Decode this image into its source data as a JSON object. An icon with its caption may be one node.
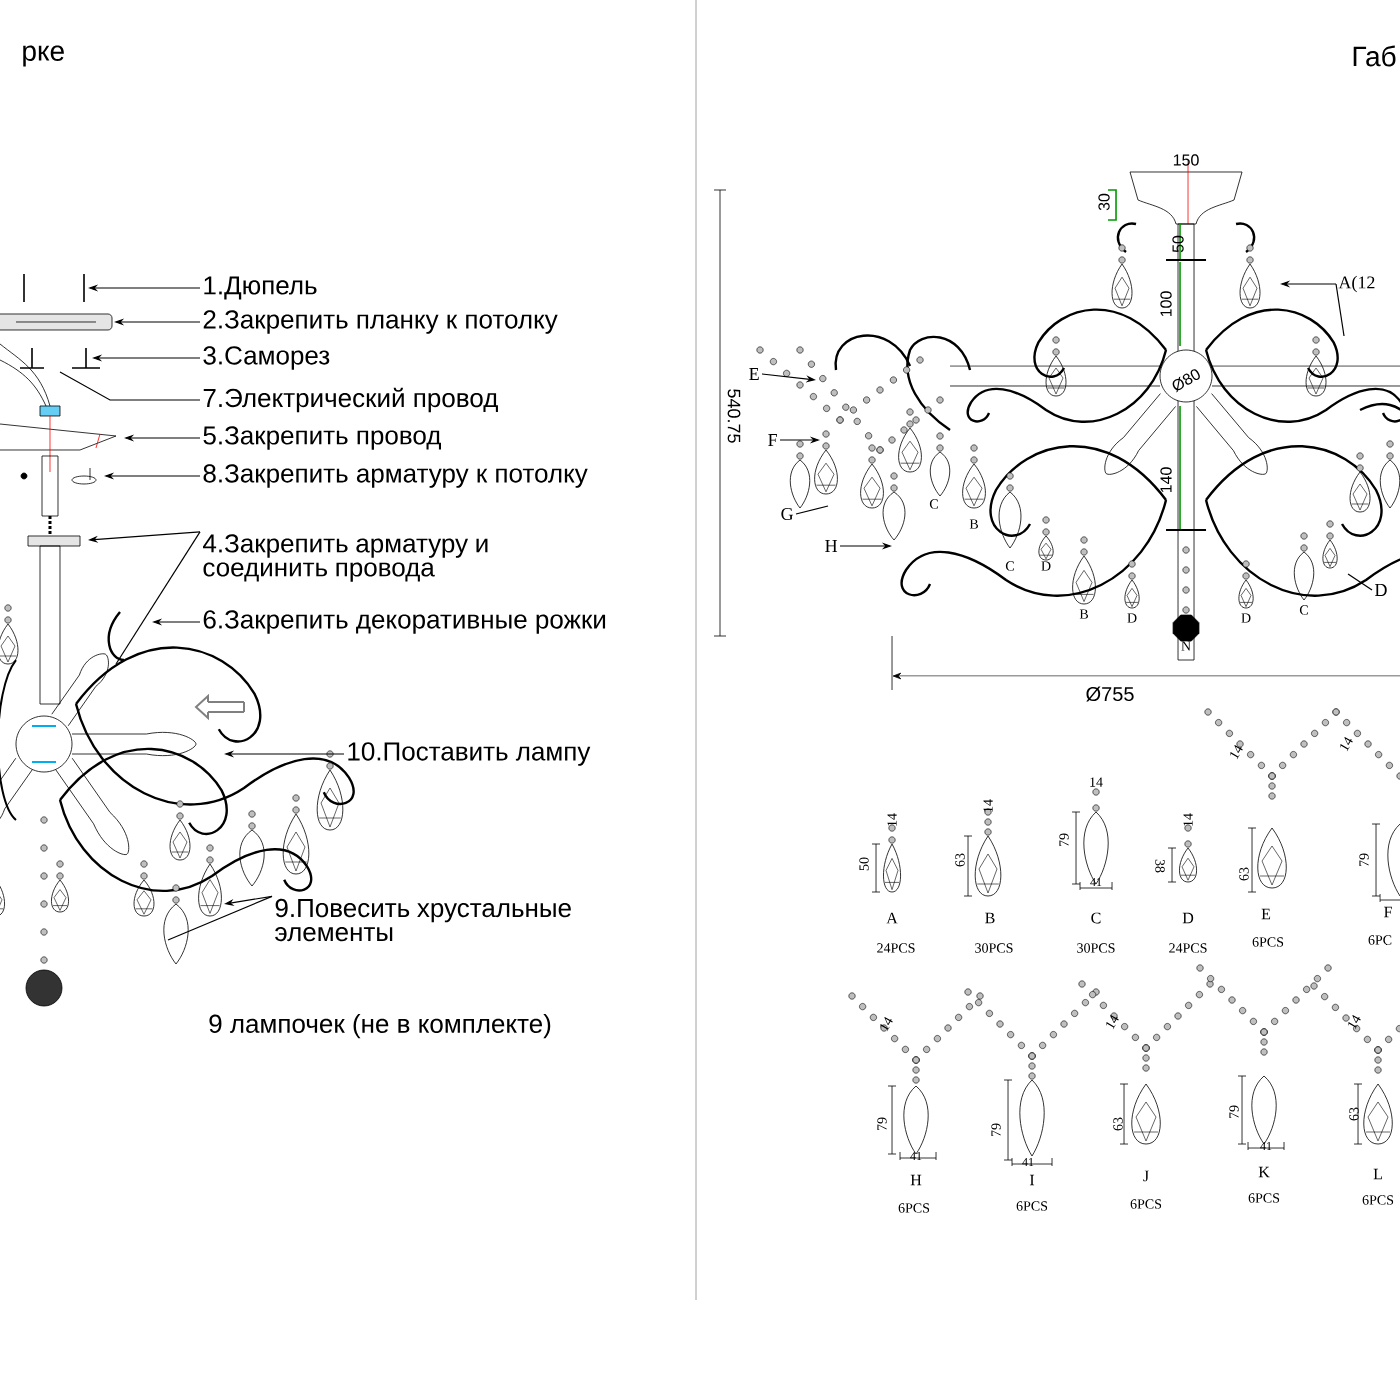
{
  "diagram": {
    "nodes": [
      {
        "text": [
          "1.Дюпель"
        ]
      },
      {
        "text": [
          "2.Закрепить планку к потолку"
        ]
      },
      {
        "text": [
          "3.Саморез"
        ]
      },
      {
        "text": [
          "7.Электрический провод"
        ]
      },
      {
        "text": [
          "5.Закрепить провод"
        ]
      },
      {
        "text": [
          "8.Закрепить арматуру к потолку"
        ]
      },
      {
        "text": [
          "4.Закрепить арматуру и соединить провода"
        ]
      },
      {
        "text": [
          "6.Закрепить декоративные рожки"
        ]
      },
      {
        "text": [
          "10.Поставить лампу"
        ]
      },
      {
        "text": [
          "9.Повесить хрустальные элементы"
        ]
      },
      {
        "text": [
          "A(12"
        ]
      },
      {
        "text": [
          "E"
        ]
      },
      {
        "text": [
          "F"
        ]
      },
      {
        "text": [
          "G"
        ]
      },
      {
        "text": [
          "H"
        ]
      },
      {
        "text": [
          "D"
        ]
      }
    ],
    "edges": [
      {
        "from": 0,
        "to": null,
        "arrow": "to"
      },
      {
        "from": 1,
        "to": null,
        "arrow": "to"
      },
      {
        "from": 2,
        "to": null,
        "arrow": "to"
      },
      {
        "from": 3,
        "to": null,
        "arrow": "none"
      },
      {
        "from": 4,
        "to": null,
        "arrow": "to"
      },
      {
        "from": 5,
        "to": null,
        "arrow": "to"
      },
      {
        "from": 6,
        "to": null,
        "arrow": "to"
      },
      {
        "from": 6,
        "to": null,
        "arrow": "none"
      },
      {
        "from": 7,
        "to": null,
        "arrow": "to"
      },
      {
        "from": 8,
        "to": null,
        "arrow": "to"
      },
      {
        "from": 9,
        "to": null,
        "arrow": "to"
      },
      {
        "from": 9,
        "to": null,
        "arrow": "none"
      },
      {
        "from": 10,
        "to": null,
        "arrow": "to"
      },
      {
        "from": 10,
        "to": null,
        "arrow": "none"
      },
      {
        "from": 11,
        "to": null,
        "arrow": "to"
      },
      {
        "from": 12,
        "to": null,
        "arrow": "to"
      },
      {
        "from": 13,
        "to": null,
        "arrow": "none"
      },
      {
        "from": 14,
        "to": null,
        "arrow": "to"
      },
      {
        "from": 15,
        "to": null,
        "arrow": "none"
      }
    ],
    "labels": [
      "рке",
      "Габ",
      "9 лампочек (не в комплекте)",
      "150",
      "30",
      "50",
      "100",
      "Ø80",
      "140",
      "540.75",
      "Ø755",
      "C",
      "B",
      "C",
      "D",
      "B",
      "D",
      "N",
      "D",
      "C",
      "14",
      "50",
      "A",
      "24PCS",
      "14",
      "63",
      "B",
      "30PCS",
      "14",
      "79",
      "41",
      "C",
      "30PCS",
      "14",
      "38",
      "D",
      "24PCS",
      "14",
      "14",
      "63",
      "E",
      "6PCS",
      "79",
      "F",
      "6PC",
      "14",
      "79",
      "41",
      "H",
      "6PCS",
      "79",
      "41",
      "I",
      "6PCS",
      "14",
      "63",
      "J",
      "6PCS",
      "79",
      "41",
      "K",
      "6PCS",
      "14",
      "63",
      "L",
      "6PCS"
    ]
  }
}
